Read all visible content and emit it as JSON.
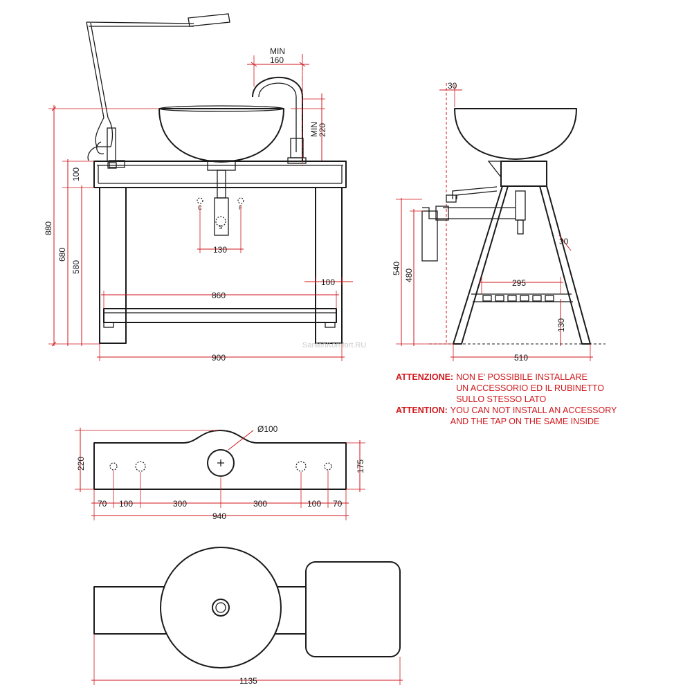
{
  "dimensions": {
    "front": {
      "min_label": "MIN",
      "tap_offset": "160",
      "tap_height": "220",
      "overall_height": "880",
      "counter_height": "680",
      "shelf_height": "580",
      "counter_thickness": "100",
      "drain_spacing": "130",
      "inner_width": "860",
      "leg_width": "100",
      "overall_width": "900",
      "hole_cold": "C",
      "hole_hot": "F",
      "hole_drain": "S"
    },
    "side": {
      "wall_gap": "30",
      "angle_thickness": "30",
      "drain_height": "540",
      "supply_height": "480",
      "shelf_depth": "295",
      "shelf_height": "130",
      "overall_depth": "510"
    },
    "top_counter": {
      "bowl_diameter": "Ø100",
      "depth": "220",
      "inner_depth": "175",
      "segments": [
        "70",
        "100",
        "300",
        "300",
        "100",
        "70"
      ],
      "overall_width": "940"
    },
    "plan": {
      "overall_width": "1135"
    }
  },
  "notes": [
    {
      "label": "ATTENZIONE:",
      "lines": [
        "NON E' POSSIBILE INSTALLARE",
        "UN ACCESSORIO ED IL RUBINETTO",
        "SULLO STESSO LATO"
      ]
    },
    {
      "label": "ATTENTION:",
      "lines": [
        "YOU CAN NOT INSTALL AN ACCESSORY",
        "AND THE TAP ON THE SAME INSIDE"
      ]
    }
  ],
  "watermark": "SantehKomfort.RU"
}
